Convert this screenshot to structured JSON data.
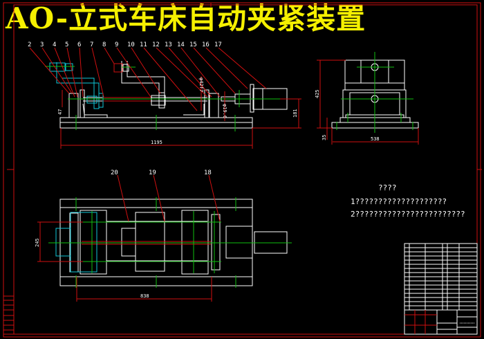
{
  "title": "AO-立式车床自动夹紧装置",
  "balloons_top": [
    "2",
    "3",
    "4",
    "5",
    "6",
    "7",
    "8",
    "9",
    "10",
    "11",
    "12",
    "13",
    "14",
    "15",
    "16",
    "17"
  ],
  "balloons_bottom": [
    "20",
    "19",
    "18"
  ],
  "dimensions": {
    "front_length": "1195",
    "front_height": "181",
    "front_offset": "47",
    "shaft_dia": "φ42f7",
    "bore_dia": "φ19.6",
    "side_height": "425",
    "side_base": "35",
    "side_width": "538",
    "plan_width": "245",
    "plan_length": "838"
  },
  "notes": {
    "heading": "????",
    "line1": "1????????????????????",
    "line2": "2????????????????????????"
  },
  "colors": {
    "title": "#f5f000",
    "frame": "#d01010",
    "outline": "#ffffff",
    "center": "#10c010",
    "phantom": "#10c8d8"
  }
}
